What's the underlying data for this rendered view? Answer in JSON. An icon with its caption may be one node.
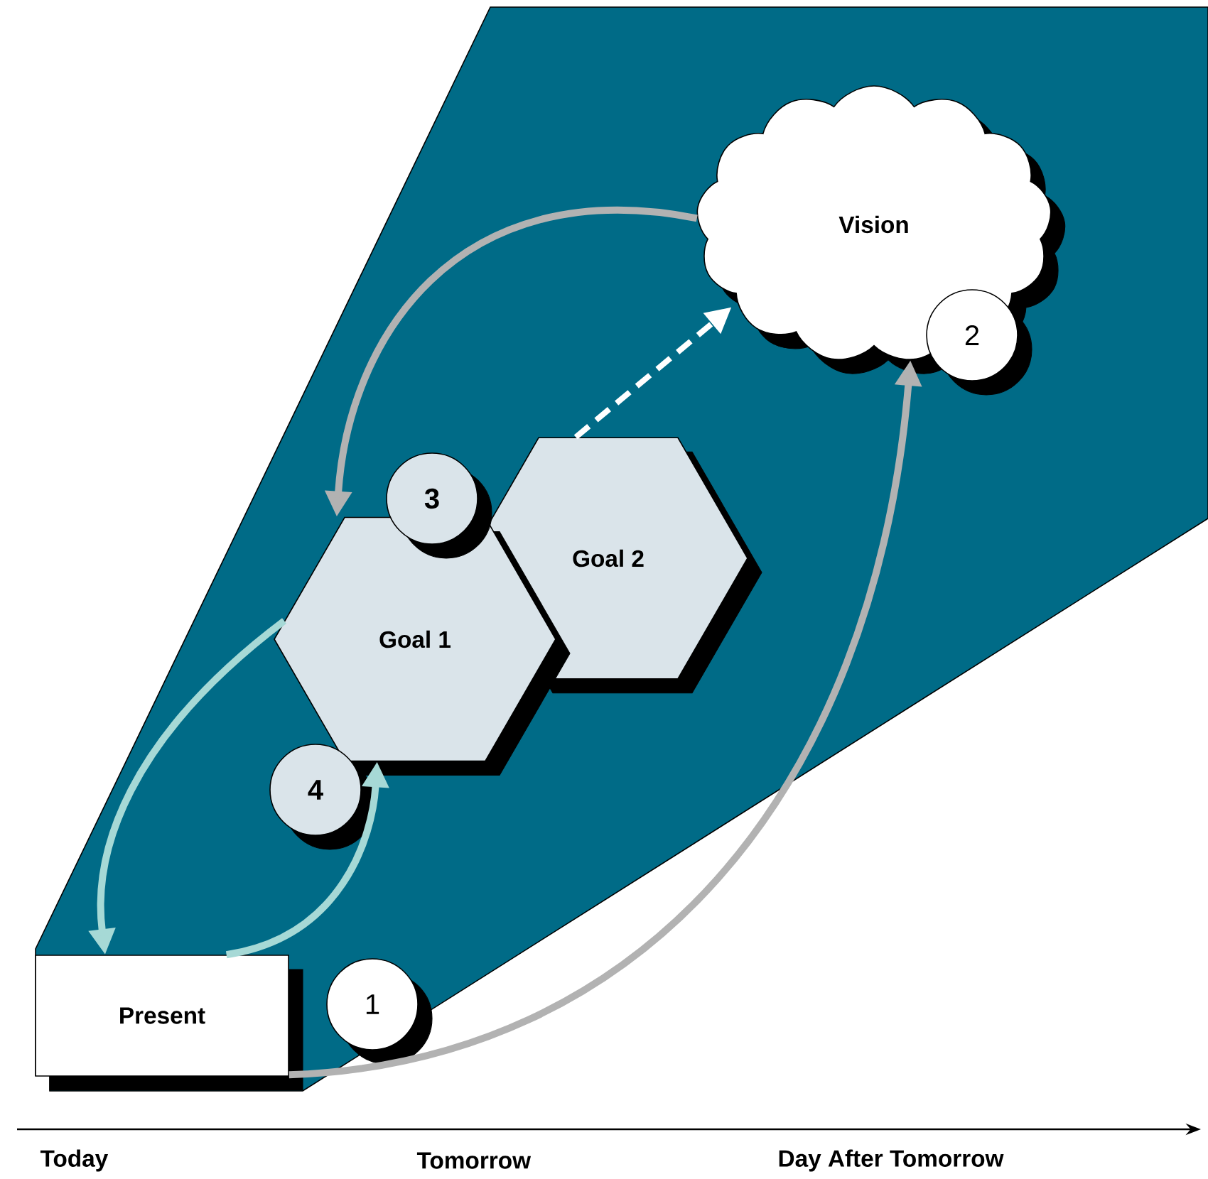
{
  "diagram": {
    "nodes": [
      {
        "text": [
          "Vision"
        ]
      },
      {
        "text": [
          "2"
        ]
      },
      {
        "text": [
          "3"
        ]
      },
      {
        "text": [
          "Goal 2"
        ]
      },
      {
        "text": [
          "Goal 1"
        ]
      },
      {
        "text": [
          "4"
        ]
      },
      {
        "text": [
          "Present"
        ]
      },
      {
        "text": [
          "1"
        ]
      }
    ],
    "edges": [
      {
        "from": 6,
        "to": 0,
        "arrow": "to",
        "color": "#b2b2b2"
      },
      {
        "from": 0,
        "to": 4,
        "arrow": "to",
        "color": "#b2b2b2"
      },
      {
        "from": 3,
        "to": 0,
        "arrow": "to",
        "style": "dashed",
        "color": "#ffffff"
      },
      {
        "from": 4,
        "to": 6,
        "arrow": "to",
        "color": "#a6d9d6"
      },
      {
        "from": 6,
        "to": 4,
        "arrow": "to",
        "color": "#a6d9d6"
      }
    ],
    "labels": [
      "Today",
      "Tomorrow",
      "Day After Tomorrow"
    ]
  }
}
